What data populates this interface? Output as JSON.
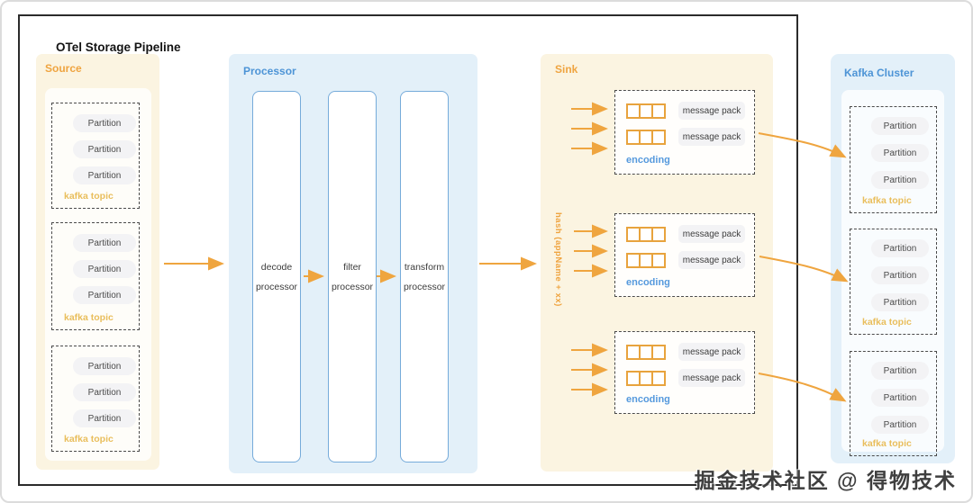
{
  "title": "OTel Storage Pipeline",
  "watermark": "掘金技术社区 @ 得物技术",
  "colors": {
    "arrow_orange": "#EFA53F",
    "title_orange": "#EFA440",
    "title_blue": "#4D94D6",
    "kafka_topic_label": "#E9BE5C",
    "source_sink_bg": "#FBF4E1",
    "processor_kafka_bg": "#E3F0F9",
    "queue_border": "#E8A33D",
    "encoding_blue": "#5599DD"
  },
  "source": {
    "label": "Source",
    "topics": [
      {
        "label": "kafka topic",
        "partitions": [
          "Partition",
          "Partition",
          "Partition"
        ]
      },
      {
        "label": "kafka topic",
        "partitions": [
          "Partition",
          "Partition",
          "Partition"
        ]
      },
      {
        "label": "kafka topic",
        "partitions": [
          "Partition",
          "Partition",
          "Partition"
        ]
      }
    ]
  },
  "processor": {
    "label": "Processor",
    "stages": [
      {
        "line1": "decode",
        "line2": "processor"
      },
      {
        "line1": "filter",
        "line2": "processor"
      },
      {
        "line1": "transform",
        "line2": "processor"
      }
    ]
  },
  "sink": {
    "label": "Sink",
    "hash_label": "hash (appName + xx)",
    "groups": [
      {
        "rows": [
          "message pack",
          "message pack"
        ],
        "encoding_label": "encoding"
      },
      {
        "rows": [
          "message pack",
          "message pack"
        ],
        "encoding_label": "encoding"
      },
      {
        "rows": [
          "message pack",
          "message pack"
        ],
        "encoding_label": "encoding"
      }
    ]
  },
  "kafka_cluster": {
    "label": "Kafka Cluster",
    "topics": [
      {
        "label": "kafka topic",
        "partitions": [
          "Partition",
          "Partition",
          "Partition"
        ]
      },
      {
        "label": "kafka topic",
        "partitions": [
          "Partition",
          "Partition",
          "Partition"
        ]
      },
      {
        "label": "kafka topic",
        "partitions": [
          "Partition",
          "Partition",
          "Partition"
        ]
      }
    ]
  }
}
